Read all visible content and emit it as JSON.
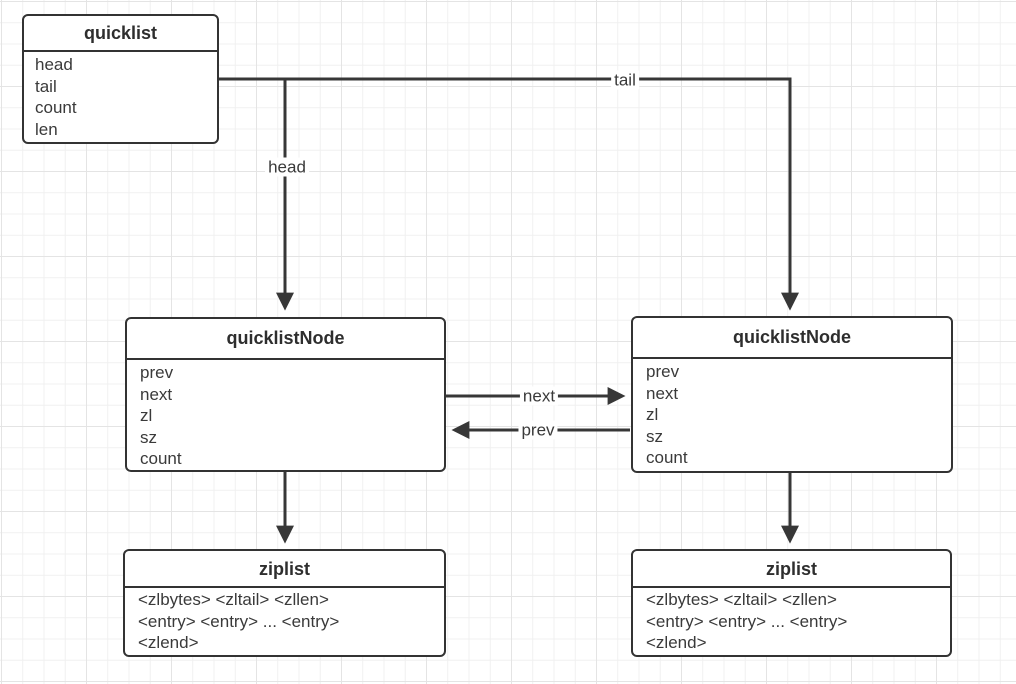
{
  "diagram": {
    "quicklist": {
      "title": "quicklist",
      "fields": [
        "head",
        "tail",
        "count",
        "len"
      ]
    },
    "node_left": {
      "title": "quicklistNode",
      "fields": [
        "prev",
        "next",
        "zl",
        "sz",
        "count"
      ]
    },
    "node_right": {
      "title": "quicklistNode",
      "fields": [
        "prev",
        "next",
        "zl",
        "sz",
        "count"
      ]
    },
    "ziplist_left": {
      "title": "ziplist",
      "lines": [
        "<zlbytes> <zltail> <zllen>",
        "<entry> <entry> ... <entry>",
        "<zlend>"
      ]
    },
    "ziplist_right": {
      "title": "ziplist",
      "lines": [
        "<zlbytes> <zltail> <zllen>",
        "<entry> <entry> ... <entry>",
        "<zlend>"
      ]
    },
    "edges": {
      "head": "head",
      "tail": "tail",
      "next": "next",
      "prev": "prev"
    }
  },
  "colors": {
    "stroke": "#373737",
    "border": "#333333",
    "text": "#3a3a3a",
    "grid_minor": "#f0f0f0",
    "grid_major": "#e4e4e4",
    "box_fill": "#ffffff"
  }
}
